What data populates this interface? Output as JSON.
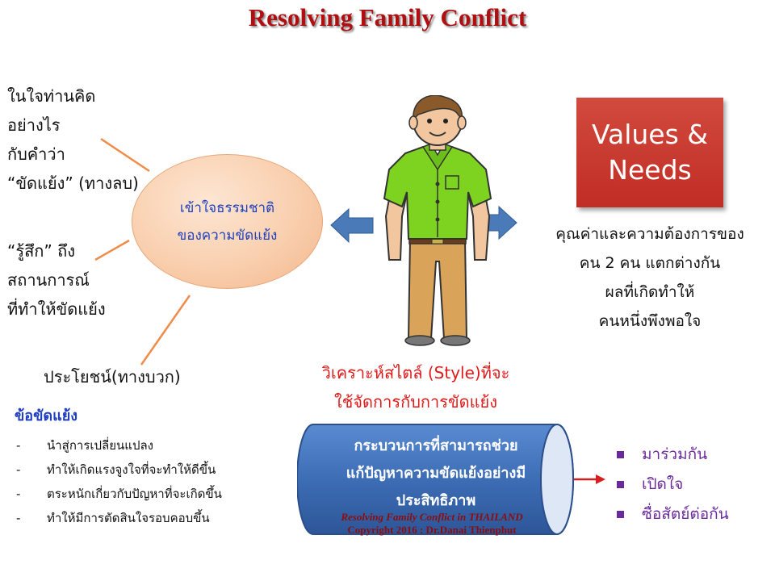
{
  "title": "Resolving Family Conflict",
  "left_questions": {
    "q1_lines": [
      "ในใจท่านคิด",
      "อย่างไร",
      "กับคำว่า",
      "“ขัดแย้ง” (ทางลบ)"
    ],
    "q2_lines": [
      "“รู้สึก” ถึง",
      "สถานการณ์",
      "ที่ทำให้ขัดแย้ง"
    ],
    "q3": "ประโยชน์(ทางบวก)"
  },
  "center_ellipse": {
    "line1": "เข้าใจธรรมชาติ",
    "line2": "ของความขัดแย้ง"
  },
  "values_box": {
    "line1": "Values &",
    "line2": "Needs"
  },
  "values_caption": [
    "คุณค่าและความต้องการของ",
    "คน 2 คน แตกต่างกัน",
    "ผลที่เกิดทำให้",
    "คนหนึ่งพึงพอใจ"
  ],
  "style_text": {
    "line1": "วิเคราะห์สไตล์ (Style)ที่จะ",
    "line2": "ใช้จัดการกับการขัดแย้ง"
  },
  "conflict_heading": "ข้อขัดแย้ง",
  "conflict_benefits": [
    "นำสู่การเปลี่ยนแปลง",
    "ทำให้เกิดแรงจูงใจที่จะทำให้ดีขึ้น",
    "ตระหนักเกี่ยวกับปัญหาที่จะเกิดขึ้น",
    "ทำให้มีการตัดสินใจรอบคอบขึ้น"
  ],
  "cylinder_text": [
    "กระบวนการที่สามารถช่วย",
    "แก้ปัญหาความขัดแย้งอย่างมี",
    "ประสิทธิภาพ"
  ],
  "process_steps": [
    "มาร่วมกัน",
    "เปิดใจ",
    "ซื่อสัตย์ต่อกัน"
  ],
  "copyright": {
    "line1": "Resolving Family Conflict in THAILAND",
    "line2": "Copyright  2016 : Dr.Danai Thienphut"
  },
  "colors": {
    "title": "#b00f12",
    "blue_text": "#1f3fbf",
    "red_text": "#e01a1a",
    "box_red": "#c02d24",
    "cylinder": "#3d6db5",
    "purple": "#6a2a9c",
    "connector": "#ef8c4a"
  }
}
